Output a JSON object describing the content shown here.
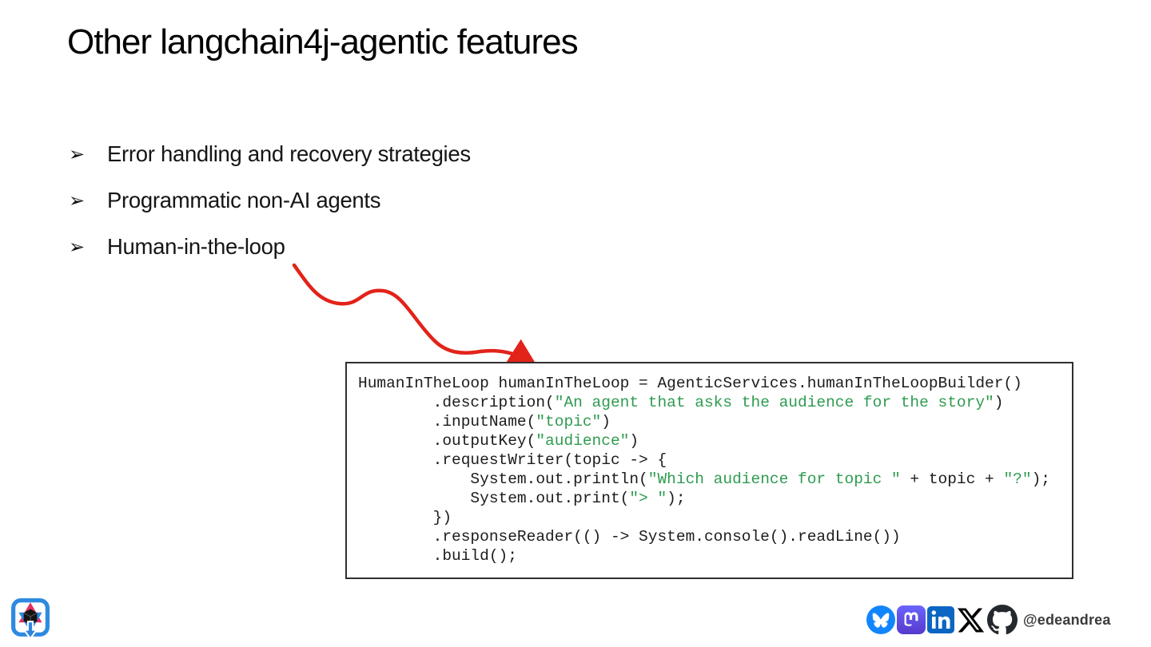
{
  "slide": {
    "title": "Other langchain4j-agentic features",
    "bullets": [
      {
        "glyph": "➢",
        "label": "Error handling and recovery strategies"
      },
      {
        "glyph": "➢",
        "label": "Programmatic non-AI agents"
      },
      {
        "glyph": "➢",
        "label": "Human-in-the-loop"
      }
    ],
    "arrow": {
      "color": "#e2231a"
    }
  },
  "code_block": {
    "text_color": "#1c1c1c",
    "string_color": "#2e9b50",
    "lines": [
      [
        {
          "t": "HumanInTheLoop humanInTheLoop = AgenticServices.humanInTheLoopBuilder()"
        }
      ],
      [
        {
          "t": "        .description("
        },
        {
          "t": "\"An agent that asks the audience for the story\"",
          "str": true
        },
        {
          "t": ")"
        }
      ],
      [
        {
          "t": "        .inputName("
        },
        {
          "t": "\"topic\"",
          "str": true
        },
        {
          "t": ")"
        }
      ],
      [
        {
          "t": "        .outputKey("
        },
        {
          "t": "\"audience\"",
          "str": true
        },
        {
          "t": ")"
        }
      ],
      [
        {
          "t": "        .requestWriter(topic -> {"
        }
      ],
      [
        {
          "t": "            System.out.println("
        },
        {
          "t": "\"Which audience for topic \"",
          "str": true
        },
        {
          "t": " + topic + "
        },
        {
          "t": "\"?\"",
          "str": true
        },
        {
          "t": ");"
        }
      ],
      [
        {
          "t": "            System.out.print("
        },
        {
          "t": "\"> \"",
          "str": true
        },
        {
          "t": ");"
        }
      ],
      [
        {
          "t": "        })"
        }
      ],
      [
        {
          "t": "        .responseReader(() -> System.console().readLine())"
        }
      ],
      [
        {
          "t": "        .build();"
        }
      ]
    ]
  },
  "footer": {
    "handle": "@edeandrea",
    "logo_icon": "conference-cube-logo",
    "social_icons": [
      {
        "name": "bluesky-icon",
        "color": "#1185FE"
      },
      {
        "name": "mastodon-icon",
        "color": "#6364FF"
      },
      {
        "name": "linkedin-icon",
        "color": "#0A66C2"
      },
      {
        "name": "x-icon",
        "color": "#000000"
      },
      {
        "name": "github-icon",
        "color": "#24292f"
      }
    ]
  }
}
